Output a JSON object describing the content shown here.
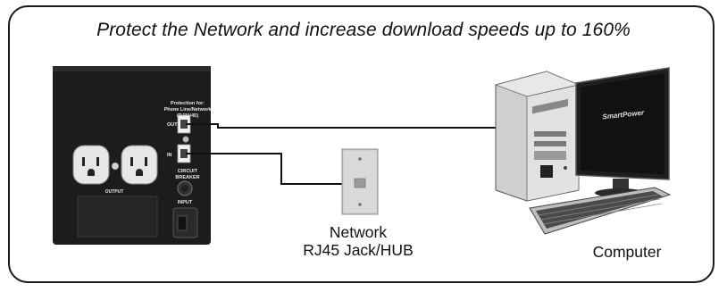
{
  "headline": "Protect the Network and increase download speeds up to 160%",
  "ups": {
    "protection_line1": "Protection for:",
    "protection_line2": "Phone Line/Network",
    "protection_line3": "(RJ11/45)",
    "out_label": "OUT",
    "in_label": "IN",
    "breaker_line1": "CIRCUIT",
    "breaker_line2": "BREAKER",
    "outlet_label": "OUTPUT",
    "input_label": "INPUT"
  },
  "wall_jack": {
    "label_line1": "Network",
    "label_line2": "RJ45 Jack/HUB"
  },
  "computer": {
    "label": "Computer",
    "monitor_logo": "SmartPower"
  },
  "colors": {
    "frame": "#1a1a1a",
    "ups_body": "#1c1c1c",
    "cable": "#111111",
    "wall_plate": "#c9c9c9"
  }
}
